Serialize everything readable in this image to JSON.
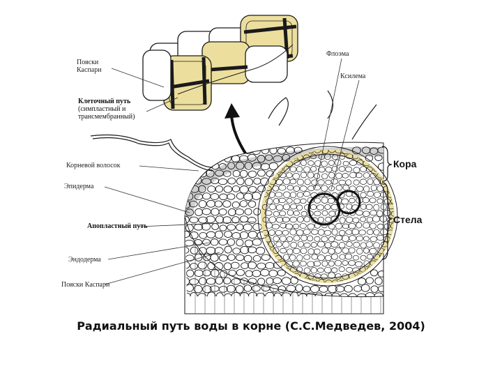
{
  "labels": {
    "casparian_top": [
      "Пояски",
      "Каспари"
    ],
    "symplast": [
      "Клеточный путь",
      "(симпластный и",
      "трансмембранный)"
    ],
    "root_hair": "Корневой волосок",
    "epidermis": "Эпидерма",
    "apoplast": "Апопластный путь",
    "endodermis": "Эндодерма",
    "casparian_bottom": "Пояски Каспари",
    "phloem": "Флоэма",
    "xylem": "Ксилема"
  },
  "regions": {
    "cortex": "Кора",
    "stele": "Стела"
  },
  "caption": "Радиальный путь воды в корне (С.С.Медведев, 2004)",
  "colors": {
    "ink": "#1a1a1a",
    "casparian_fill": "#ecdf9e",
    "tissue_gray": "#cfcfcf"
  }
}
